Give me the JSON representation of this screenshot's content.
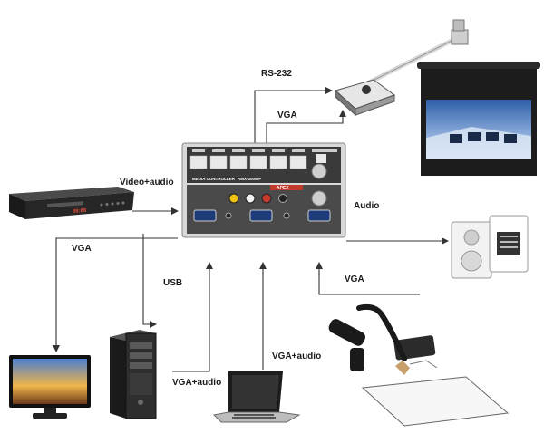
{
  "labels": {
    "rs232": "RS-232",
    "vga_projector": "VGA",
    "video_audio": "Video+audio",
    "audio": "Audio",
    "vga_monitor": "VGA",
    "usb": "USB",
    "vga_audio_pc": "VGA+audio",
    "vga_audio_laptop": "VGA+audio",
    "vga_doc_camera": "VGA"
  },
  "panel": {
    "title": "MEDIA CONTROLLER",
    "model": "AMX-000WP",
    "brand": "APEX"
  },
  "dvd_display": "88:88",
  "colors": {
    "arrow": "#333333",
    "panel_face": "#3a3a3a",
    "accent_red": "#c0392b"
  }
}
